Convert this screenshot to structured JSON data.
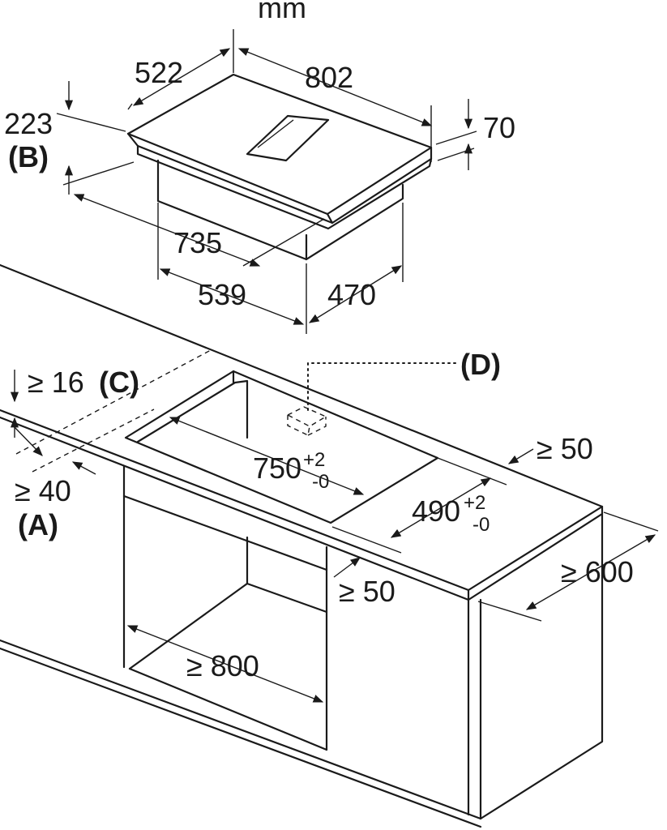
{
  "unit": "mm",
  "hob": {
    "depth": "522",
    "width": "802",
    "height": "70",
    "depth_below": "223",
    "depth_below_ref": "(B)",
    "body_width": "735",
    "body_front": "539",
    "body_depth": "470"
  },
  "cutout": {
    "width_main": "750",
    "width_tol_plus": "+2",
    "width_tol_minus": "-0",
    "depth_main": "490",
    "depth_tol_plus": "+2",
    "depth_tol_minus": "-0"
  },
  "clearances": {
    "top_thickness": "≥ 16",
    "top_thickness_ref": "(C)",
    "front_edge": "≥ 40",
    "front_edge_ref": "(A)",
    "rear_edge": "≥ 50",
    "side": "≥ 50",
    "worktop_depth": "≥ 600",
    "cabinet_width": "≥ 800"
  },
  "connection_box_ref": "(D)"
}
